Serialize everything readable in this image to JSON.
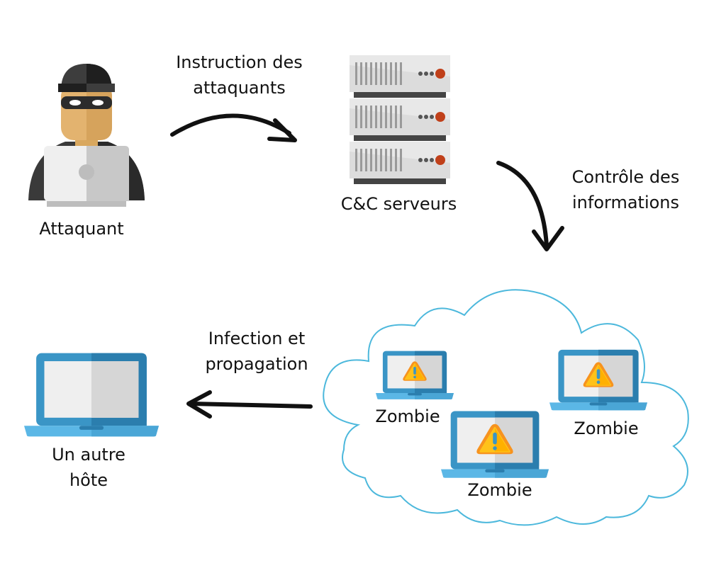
{
  "diagram": {
    "title": "Botnet C&C architecture",
    "colors": {
      "arrow": "#111111",
      "cloud_outline": "#4cb8dc",
      "laptop_frame": "#3a95c6",
      "laptop_frame_dark": "#2b7eae",
      "laptop_base": "#5bb7e6",
      "screen_light": "#efefef",
      "screen_dark": "#d6d6d6",
      "warning_yellow": "#ffc21a",
      "warning_orange": "#f7931e",
      "server_body": "#d8d8d8",
      "server_led": "#c0401a",
      "skin": "#e3b36f",
      "hacker_cloth": "#3a3a3a"
    },
    "nodes": {
      "attacker": {
        "label": "Attaquant",
        "icon": "hacker-icon"
      },
      "cc_servers": {
        "label": "C&C serveurs",
        "icon": "server-rack-icon"
      },
      "zombie_1": {
        "label": "Zombie",
        "icon": "infected-laptop-icon"
      },
      "zombie_2": {
        "label": "Zombie",
        "icon": "infected-laptop-icon"
      },
      "zombie_3": {
        "label": "Zombie",
        "icon": "infected-laptop-icon"
      },
      "other_host": {
        "label_line1": "Un autre",
        "label_line2": "hôte",
        "icon": "laptop-icon"
      }
    },
    "edges": {
      "attacker_to_cc": {
        "line1": "Instruction des",
        "line2": "attaquants"
      },
      "cc_to_zombies": {
        "line1": "Contrôle des",
        "line2": "informations"
      },
      "zombies_to_host": {
        "line1": "Infection et",
        "line2": "propagation"
      }
    },
    "cloud": {
      "label": "botnet-cloud"
    }
  }
}
